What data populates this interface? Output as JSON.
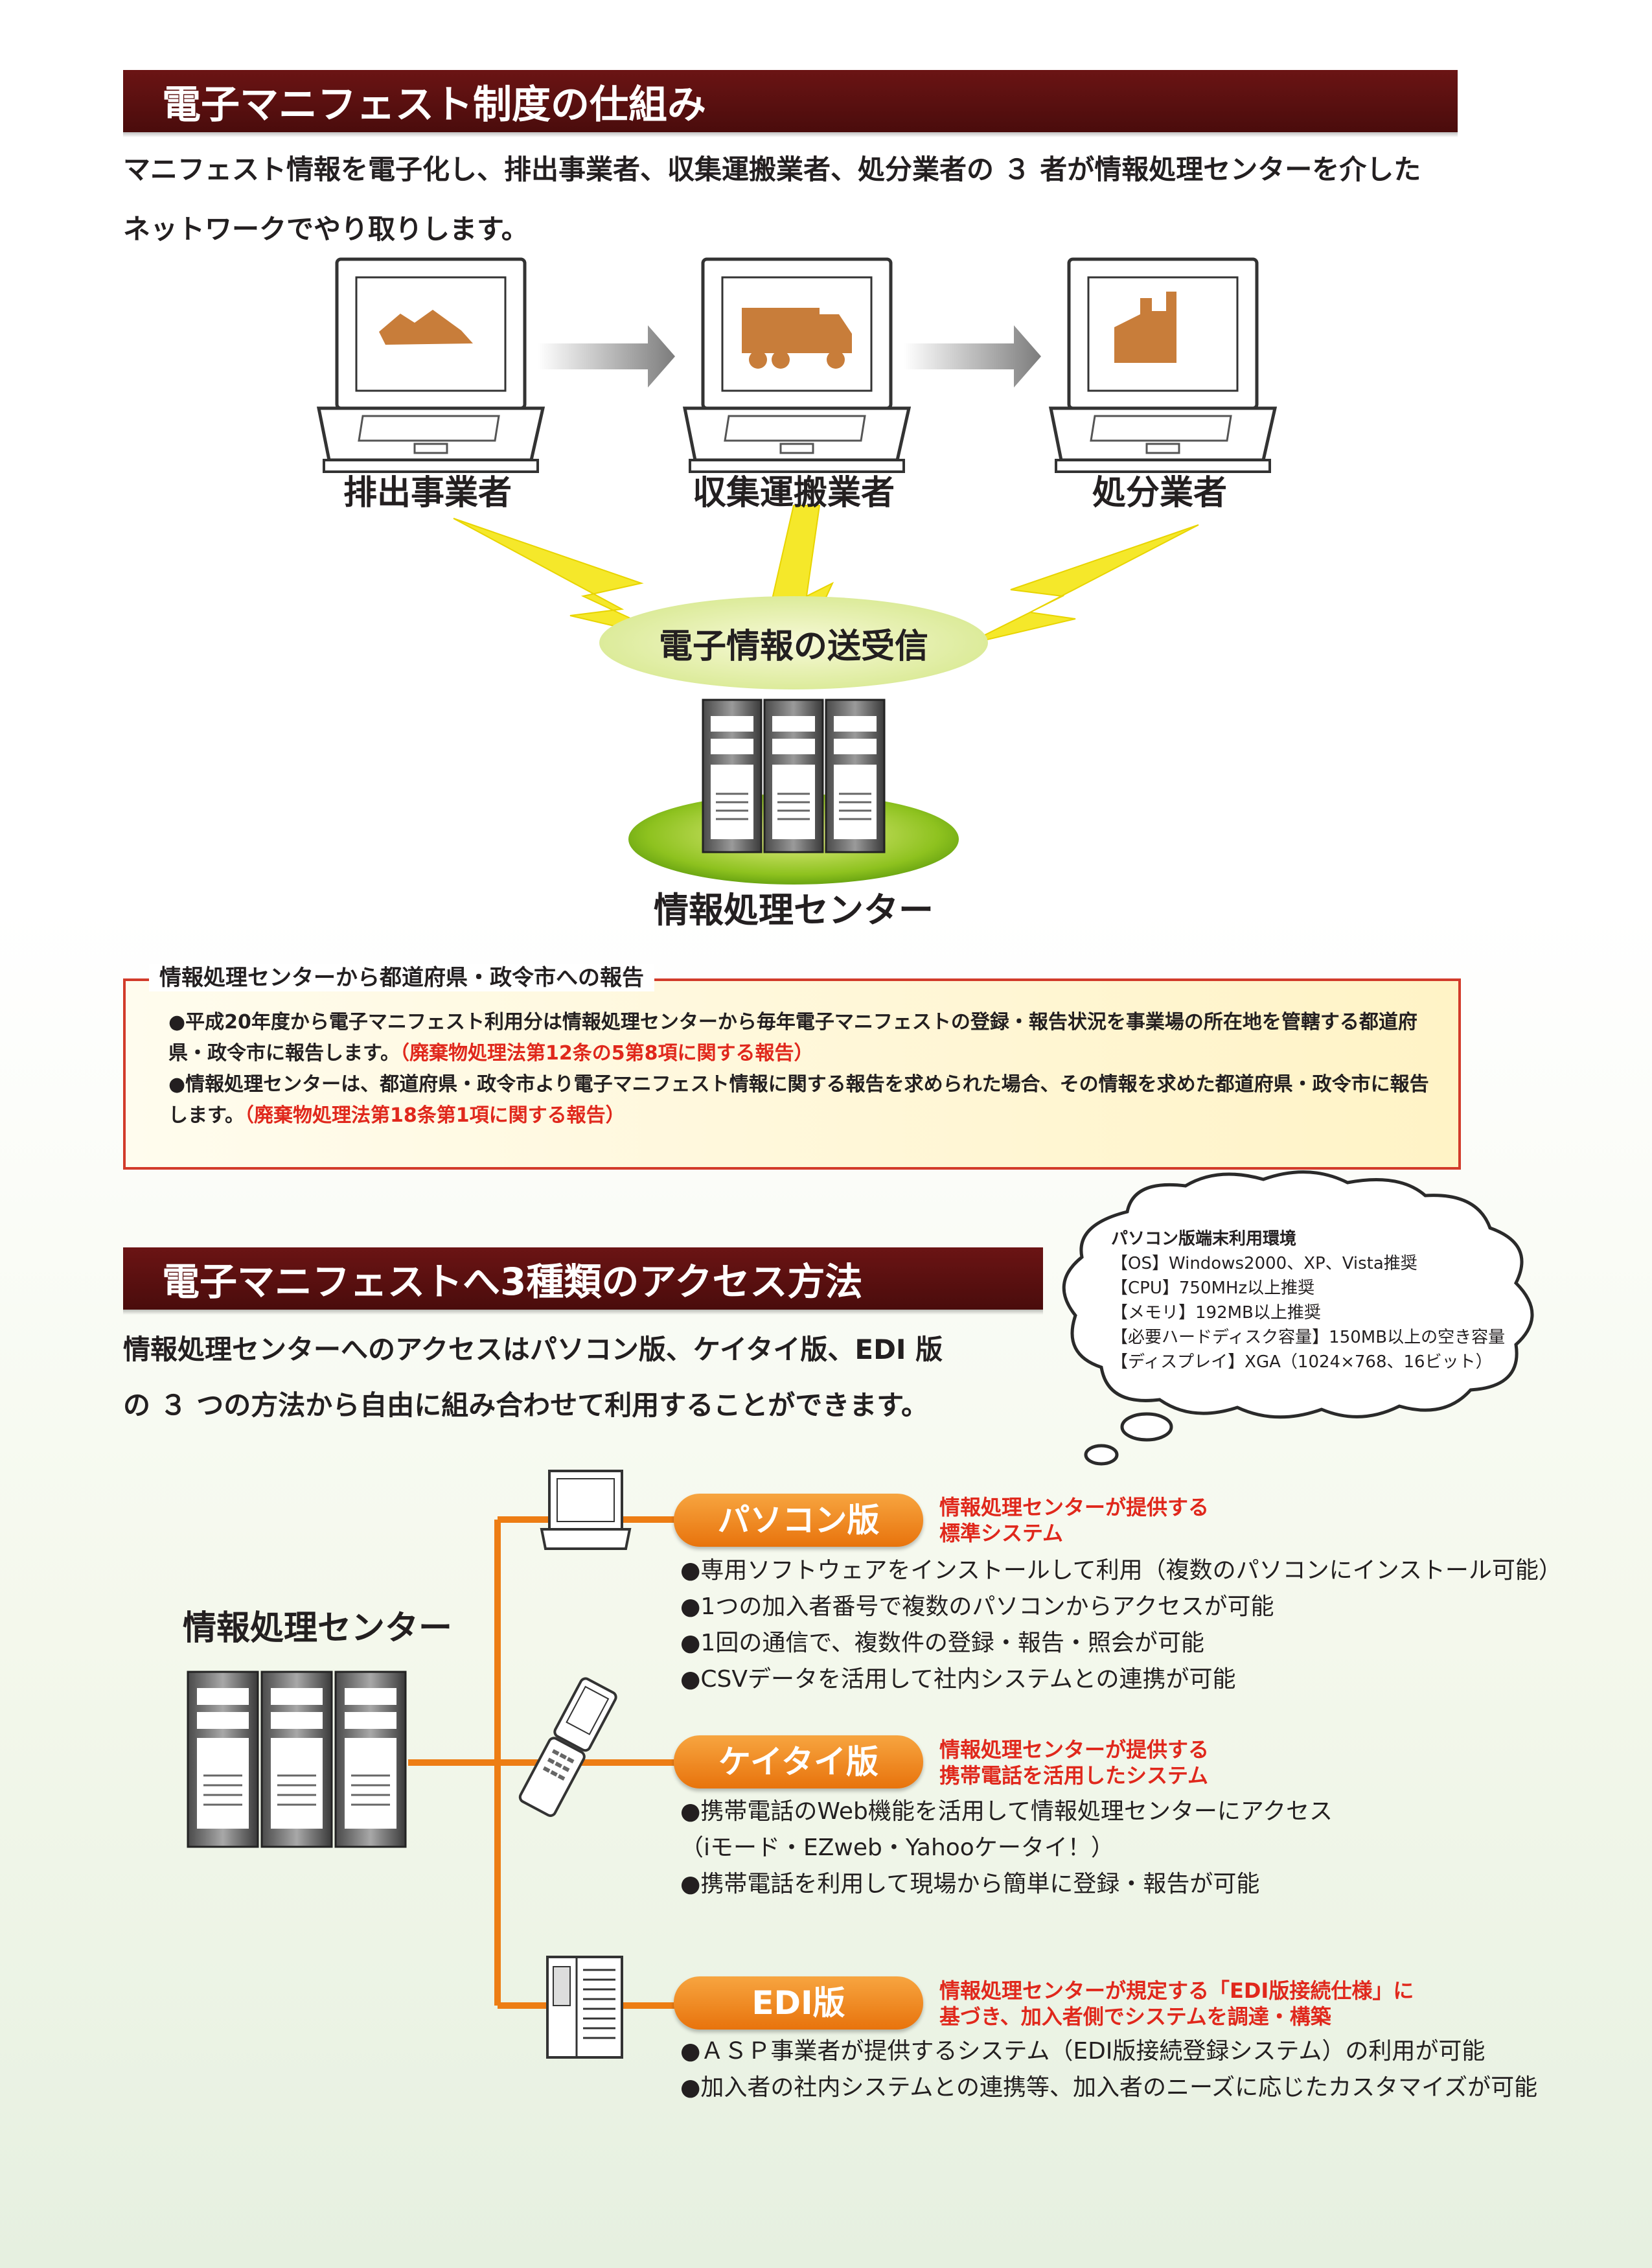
{
  "section1": {
    "title": "電子マニフェスト制度の仕組み",
    "intro_line1": "マニフェスト情報を電子化し、排出事業者、収集運搬業者、処分業者の ３ 者が情報処理センターを介した",
    "intro_line2": "ネットワークでやり取りします。",
    "nodes": [
      "排出事業者",
      "収集運搬業者",
      "処分業者"
    ],
    "exchange_label": "電子情報の送受信",
    "center_label": "情報処理センター"
  },
  "notice": {
    "title": "情報処理センターから都道府県・政令市への報告",
    "p1_text": "●平成20年度から電子マニフェスト利用分は情報処理センターから毎年電子マニフェストの登録・報告状況を事業場の所在地を管轄する都道府県・政令市に報告します。",
    "p1_ref": "（廃棄物処理法第12条の5第8項に関する報告）",
    "p2_text": "●情報処理センターは、都道府県・政令市より電子マニフェスト情報に関する報告を求められた場合、その情報を求めた都道府県・政令市に報告します。",
    "p2_ref": "（廃棄物処理法第18条第1項に関する報告）"
  },
  "section2": {
    "title": "電子マニフェストへ3種類のアクセス方法",
    "intro_line1": "情報処理センターへのアクセスはパソコン版、ケイタイ版、EDI 版",
    "intro_line2": "の ３ つの方法から自由に組み合わせて利用することができます。",
    "center_label": "情報処理センター"
  },
  "cloud": {
    "title": "パソコン版端末利用環境",
    "lines": [
      "【OS】Windows2000、XP、Vista推奨",
      "【CPU】750MHz以上推奨",
      "【メモリ】192MB以上推奨",
      "【必要ハードディスク容量】150MB以上の空き容量",
      "【ディスプレイ】XGA（1024×768、16ビット）"
    ]
  },
  "methods": [
    {
      "label": "パソコン版",
      "sub1": "情報処理センターが提供する",
      "sub2": "標準システム",
      "bullets": [
        "●専用ソフトウェアをインストールして利用（複数のパソコンにインストール可能）",
        "●1つの加入者番号で複数のパソコンからアクセスが可能",
        "●1回の通信で、複数件の登録・報告・照会が可能",
        "●CSVデータを活用して社内システムとの連携が可能"
      ]
    },
    {
      "label": "ケイタイ版",
      "sub1": "情報処理センターが提供する",
      "sub2": "携帯電話を活用したシステム",
      "bullets": [
        "●携帯電話のWeb機能を活用して情報処理センターにアクセス",
        "（iモード・EZweb・Yahooケータイ！）",
        "●携帯電話を利用して現場から簡単に登録・報告が可能"
      ]
    },
    {
      "label": "EDI版",
      "sub1": "情報処理センターが規定する「EDI版接続仕様」に",
      "sub2": "基づき、加入者側でシステムを調達・構築",
      "bullets": [
        "●ＡＳＰ事業者が提供するシステム（EDI版接続登録システム）の利用が可能",
        "●加入者の社内システムとの連携等、加入者のニーズに応じたカスタマイズが可能"
      ]
    }
  ],
  "colors": {
    "banner": "#5a1010",
    "orange": "#ed7d14",
    "red": "#e0281c",
    "laptop_icon": "#c87d3a",
    "bolt": "#f5e82a",
    "ellipse": "#dceb9a"
  }
}
